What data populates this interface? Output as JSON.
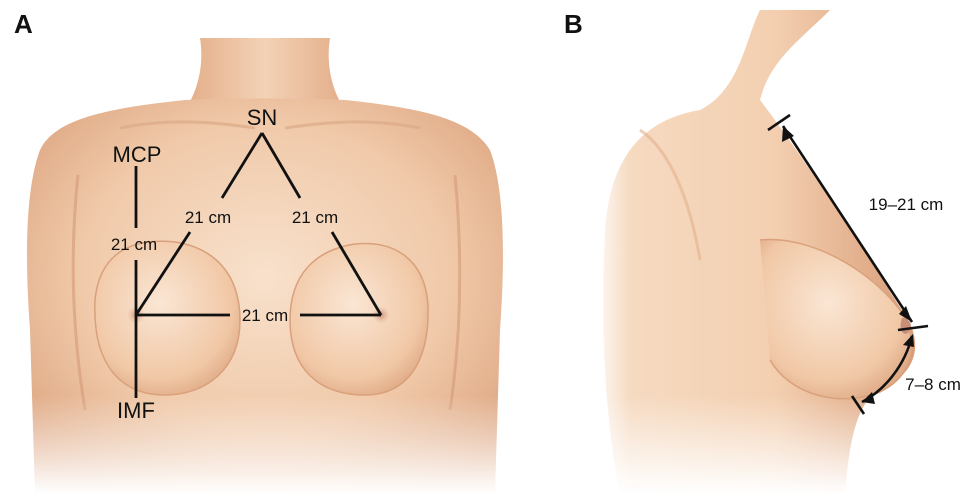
{
  "panels": [
    {
      "id": "A",
      "letter": "A"
    },
    {
      "id": "B",
      "letter": "B"
    }
  ],
  "panel_a": {
    "landmarks": {
      "sn": "SN",
      "mcp": "MCP",
      "imf": "IMF"
    },
    "measurements": {
      "sn_to_left_nipple": "21 cm",
      "sn_to_right_nipple": "21 cm",
      "mcp_to_nipple": "21 cm",
      "nipple_to_nipple": "21 cm"
    }
  },
  "panel_b": {
    "measurements": {
      "upper": "19–21 cm",
      "lower": "7–8 cm"
    }
  },
  "colors": {
    "skin_light": "#f7ddc6",
    "skin_mid": "#e9b993",
    "skin_shadow": "#c98f6a",
    "line": "#111111"
  }
}
